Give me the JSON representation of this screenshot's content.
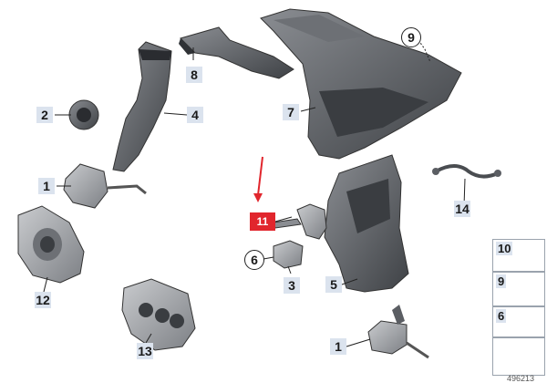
{
  "diagram": {
    "highlight_color": "#e1262d",
    "callout_bg_color": "#dbe3ee",
    "part_color": "#5b5e63",
    "callouts": {
      "c1_top": "1",
      "c1_bottom": "1",
      "c2": "2",
      "c3": "3",
      "c4": "4",
      "c5": "5",
      "c6": "6",
      "c7": "7",
      "c8": "8",
      "c9": "9",
      "c11": "11",
      "c12": "12",
      "c13": "13",
      "c14": "14"
    },
    "legend": [
      {
        "number": "10",
        "icon": "push-rivet-icon"
      },
      {
        "number": "9",
        "icon": "expanding-rivet-icon"
      },
      {
        "number": "6",
        "icon": "clip-nut-icon"
      },
      {
        "number": "",
        "icon": "placement-arrow-icon"
      }
    ],
    "diagram_id": "496213"
  }
}
